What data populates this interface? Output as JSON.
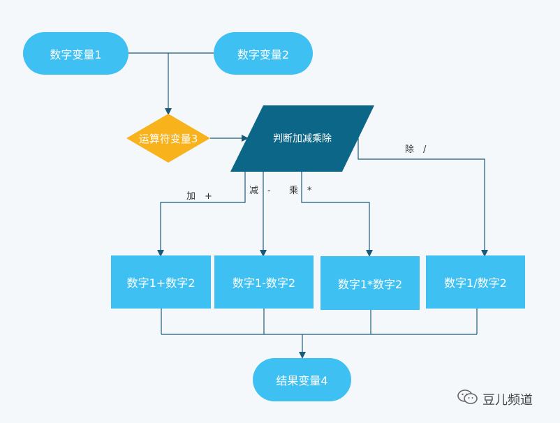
{
  "nodes": {
    "var1": "数字变量1",
    "var2": "数字变量2",
    "operator": "运算符变量3",
    "judge": "判断加减乘除",
    "add_result": "数字1+数字2",
    "sub_result": "数字1-数字2",
    "mul_result": "数字1*数字2",
    "div_result": "数字1/数字2",
    "result": "结果变量4"
  },
  "edge_labels": {
    "add": "加　+",
    "sub": "减　-",
    "mul": "乘　*",
    "div": "除　/"
  },
  "watermark": {
    "text": "豆儿频道",
    "icon": "wechat-icon"
  },
  "colors": {
    "light_blue": "#3ec0f2",
    "dark_teal": "#0b6688",
    "orange": "#f7b21c",
    "line": "#1a5a78"
  }
}
